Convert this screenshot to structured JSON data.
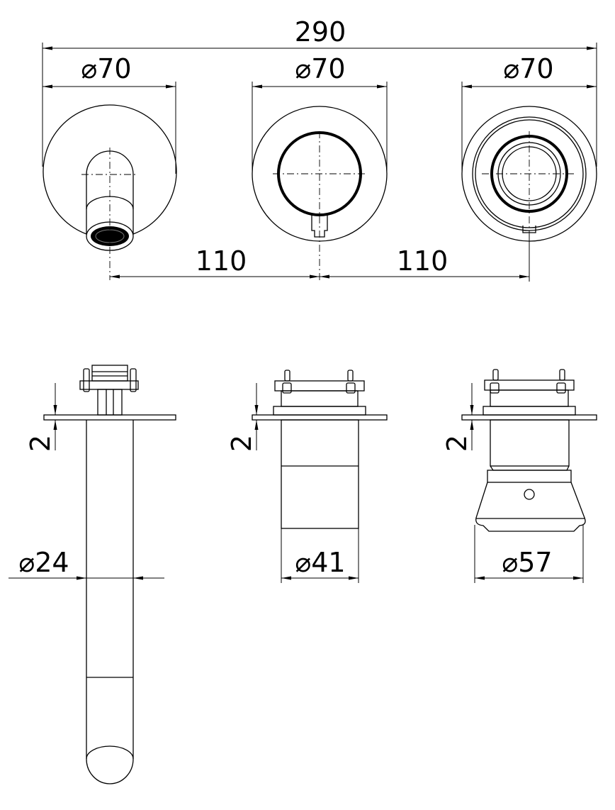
{
  "drawing": {
    "overall_width": "290",
    "plan_view": {
      "spout_diameter": "⌀70",
      "mixer_diameter": "⌀70",
      "diverter_diameter": "⌀70",
      "spacing_left": "110",
      "spacing_right": "110"
    },
    "side_view": {
      "spout_plate_thickness": "2",
      "mixer_plate_thickness": "2",
      "diverter_plate_thickness": "2",
      "spout_pipe_diameter": "⌀24",
      "mixer_body_diameter": "⌀41",
      "diverter_body_diameter": "⌀57"
    }
  }
}
